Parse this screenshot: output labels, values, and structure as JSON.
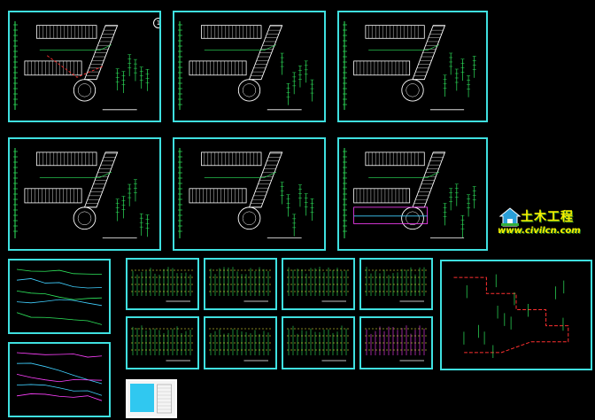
{
  "colors": {
    "background": "#000000",
    "frame": "#3fe0e0",
    "cad_lines": "#ffffff",
    "pipe_green": "#2ee65c",
    "pipe_red": "#ff3030",
    "pipe_magenta": "#ff40ff",
    "pipe_cyan": "#40d0ff",
    "pipe_yellow": "#ffff40",
    "watermark_text": "#f5f000"
  },
  "sheets": [
    {
      "id": "plan-1",
      "kind": "floor-plan",
      "marker": "1"
    },
    {
      "id": "plan-2",
      "kind": "floor-plan"
    },
    {
      "id": "plan-3",
      "kind": "floor-plan"
    },
    {
      "id": "plan-4",
      "kind": "floor-plan"
    },
    {
      "id": "plan-5",
      "kind": "floor-plan"
    },
    {
      "id": "plan-6",
      "kind": "plan-with-details"
    },
    {
      "id": "riser-1",
      "kind": "pipe-isometric"
    },
    {
      "id": "riser-2",
      "kind": "pipe-isometric"
    },
    {
      "id": "table-1",
      "kind": "riser-schedule"
    },
    {
      "id": "table-2",
      "kind": "riser-schedule"
    },
    {
      "id": "table-3",
      "kind": "riser-schedule"
    },
    {
      "id": "table-4",
      "kind": "riser-schedule"
    },
    {
      "id": "table-5",
      "kind": "riser-schedule"
    },
    {
      "id": "table-6",
      "kind": "riser-schedule"
    },
    {
      "id": "table-7",
      "kind": "riser-schedule"
    },
    {
      "id": "table-8",
      "kind": "riser-schedule"
    },
    {
      "id": "system-diagram",
      "kind": "pipe-isometric"
    },
    {
      "id": "cover",
      "kind": "cover-sheet"
    }
  ],
  "watermark": {
    "title": "土木工程",
    "url": "www.civilcn.com",
    "icon": "house-icon"
  }
}
